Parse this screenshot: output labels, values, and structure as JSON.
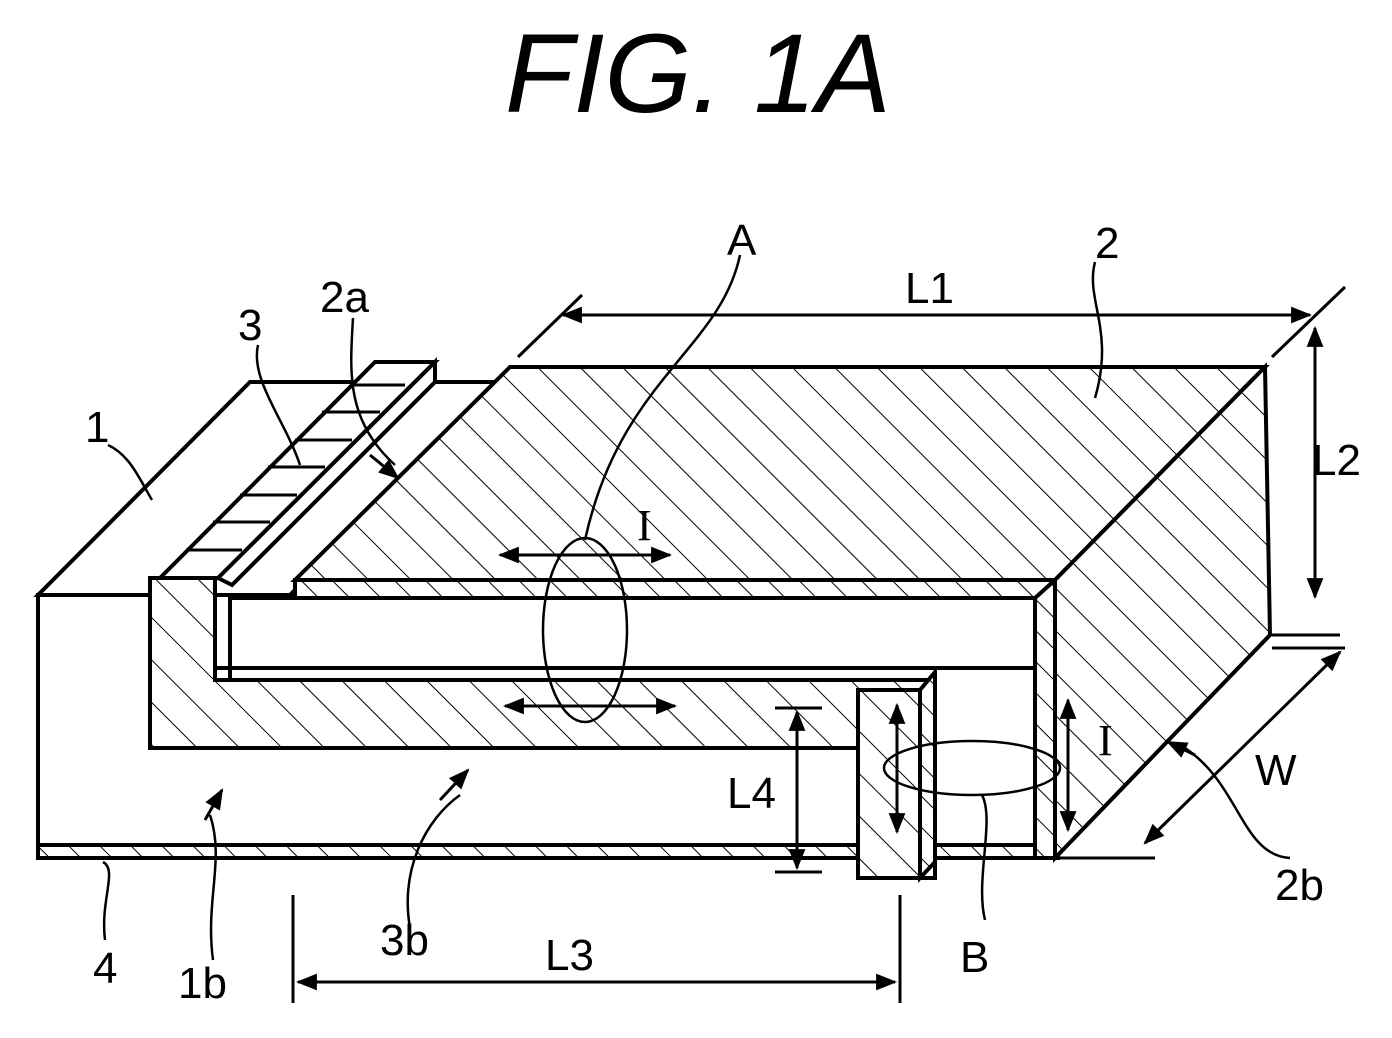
{
  "figure": {
    "title": "FIG. 1A",
    "labels": {
      "n1": "1",
      "n1b": "1b",
      "n2": "2",
      "n2a": "2a",
      "n2b": "2b",
      "n3": "3",
      "n3b": "3b",
      "n4": "4",
      "A": "A",
      "B": "B",
      "L1": "L1",
      "L2": "L2",
      "L3": "L3",
      "L4": "L4",
      "W": "W",
      "I_top": "I",
      "I_right": "I"
    }
  }
}
